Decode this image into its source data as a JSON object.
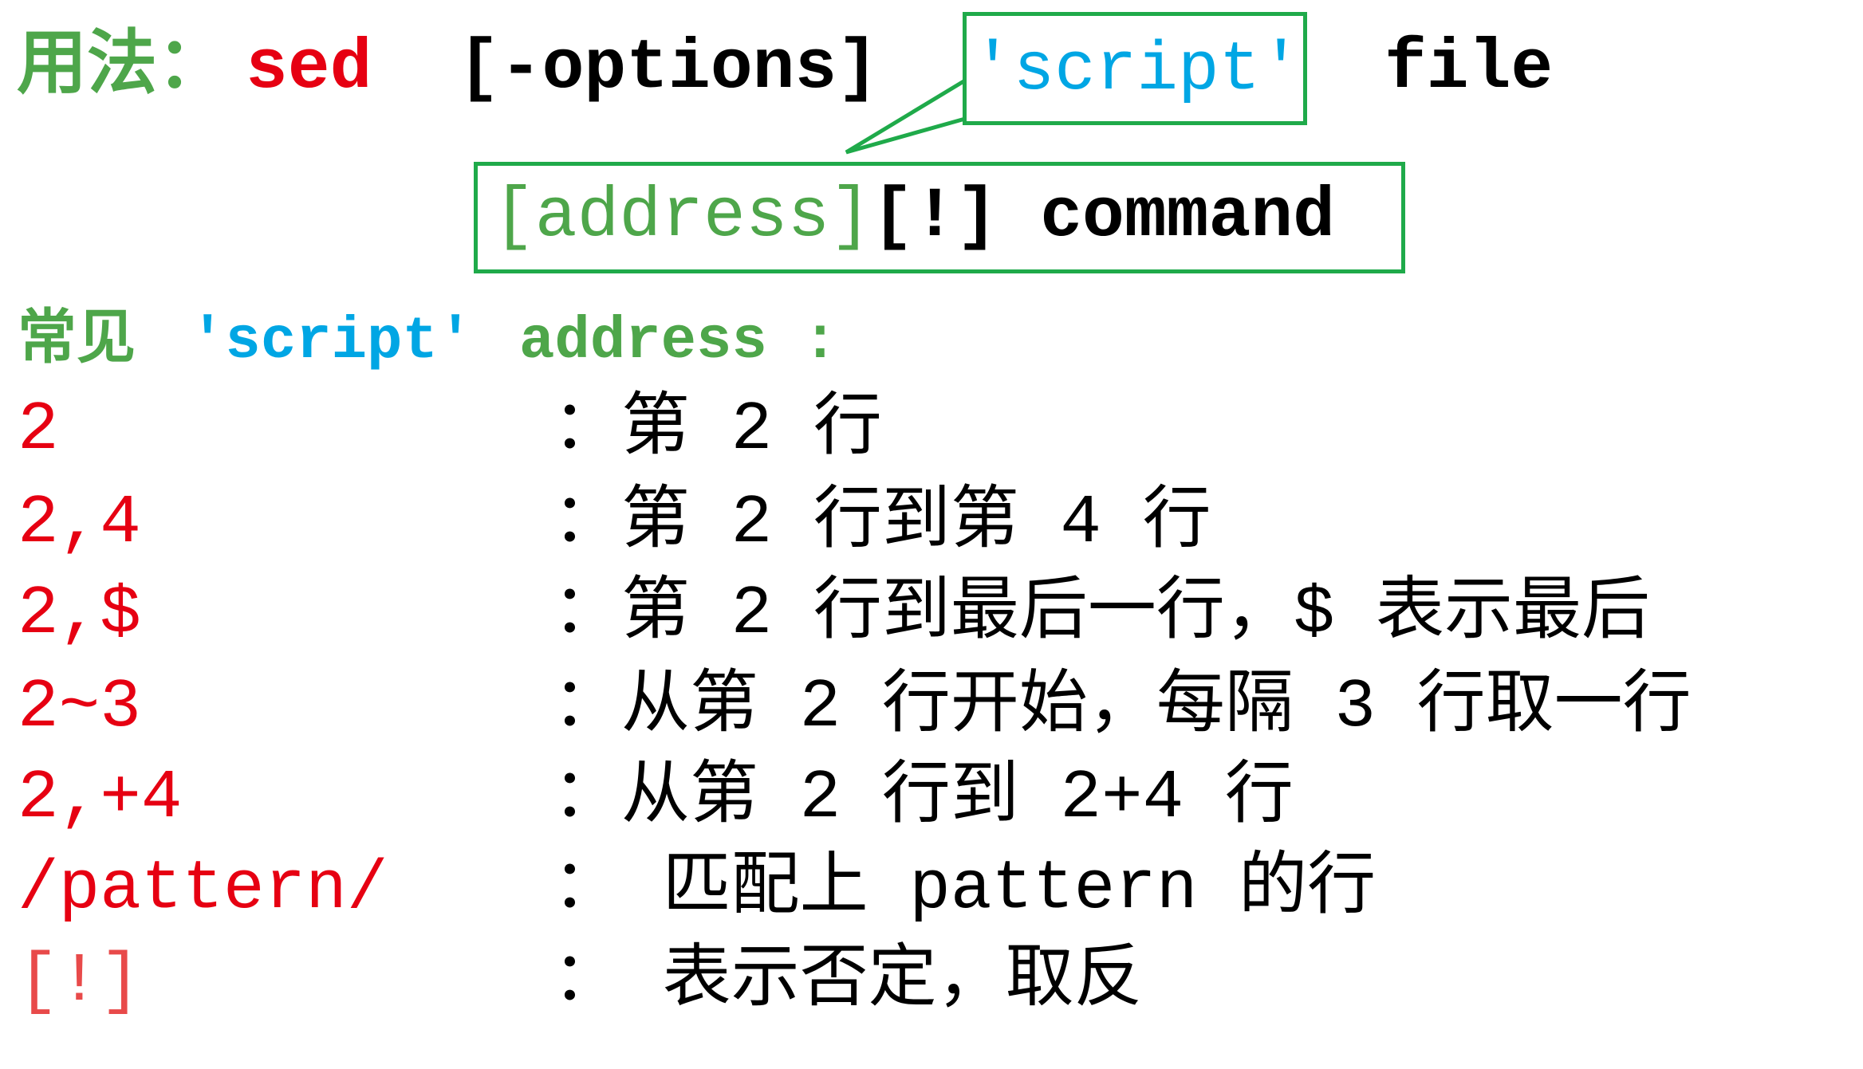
{
  "usage": {
    "label": "用法：",
    "command": "sed",
    "options": "[-options]",
    "script": "'script'",
    "file": "file"
  },
  "script_syntax": {
    "address": "[address]",
    "rest": "[!] command"
  },
  "common": {
    "label": "常见",
    "script": "'script'",
    "address": "address :"
  },
  "rows": [
    {
      "address": "2",
      "description": "：第 2 行"
    },
    {
      "address": "2,4",
      "description": "：第 2 行到第 4 行"
    },
    {
      "address": "2,$",
      "description": "：第 2 行到最后一行，$ 表示最后"
    },
    {
      "address": "2~3",
      "description": "：从第 2 行开始，每隔 3 行取一行"
    },
    {
      "address": "2,+4",
      "description": "：从第 2 行到 2+4 行"
    },
    {
      "address": "/pattern/",
      "description": "： 匹配上 pattern 的行"
    },
    {
      "address": "[!]",
      "description": "： 表示否定，取反"
    }
  ],
  "colors": {
    "green": "#4ea64a",
    "box_green": "#1faa4a",
    "red": "#e60012",
    "cyan": "#00a6e4",
    "black": "#000000"
  }
}
